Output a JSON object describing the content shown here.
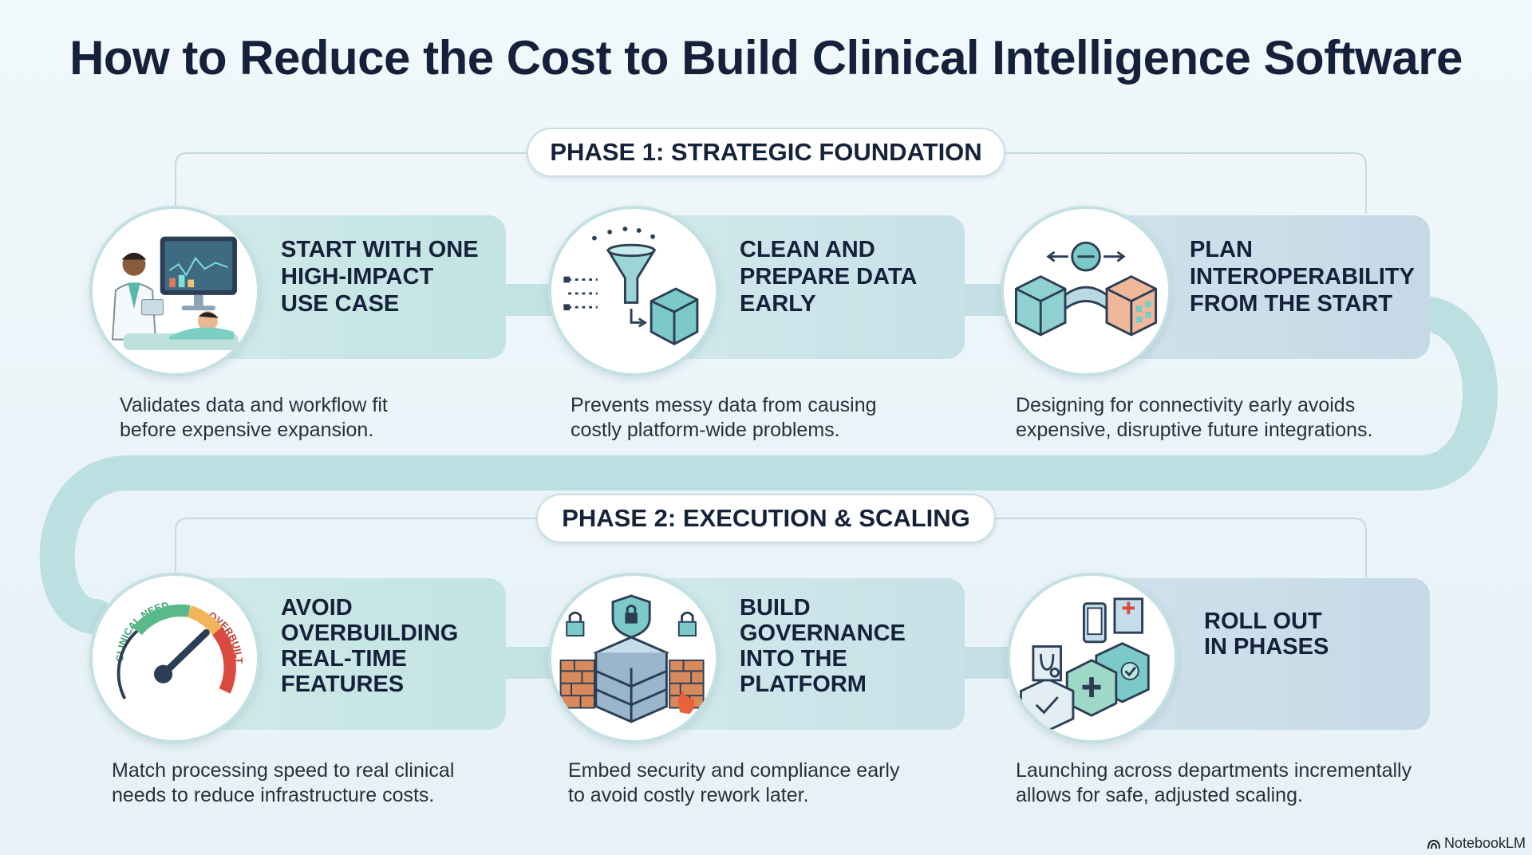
{
  "title": "How to Reduce the Cost to Build Clinical Intelligence Software",
  "phases": [
    {
      "label": "PHASE 1: STRATEGIC FOUNDATION",
      "steps": [
        {
          "title": "START WITH ONE\nHIGH-IMPACT\nUSE CASE",
          "description": "Validates data and workflow fit\nbefore expensive expansion.",
          "icon": "clinician-monitor-icon"
        },
        {
          "title": "CLEAN AND\nPREPARE DATA\nEARLY",
          "description": "Prevents messy data from causing\ncostly platform-wide problems.",
          "icon": "data-funnel-icon"
        },
        {
          "title": "PLAN\nINTEROPERABILITY\nFROM THE START",
          "description": "Designing for connectivity early avoids\nexpensive, disruptive future integrations.",
          "icon": "connected-blocks-icon"
        }
      ]
    },
    {
      "label": "PHASE 2: EXECUTION & SCALING",
      "steps": [
        {
          "title": "AVOID\nOVERBUILDING\nREAL-TIME\nFEATURES",
          "description": "Match processing speed to real clinical\nneeds to reduce infrastructure costs.",
          "icon": "speed-gauge-icon"
        },
        {
          "title": "BUILD\nGOVERNANCE\nINTO THE\nPLATFORM",
          "description": "Embed security and compliance early\nto avoid costly rework later.",
          "icon": "security-server-icon"
        },
        {
          "title": "ROLL OUT\nIN PHASES",
          "description": "Launching across departments incrementally\nallows for safe, adjusted scaling.",
          "icon": "hospital-modules-icon"
        }
      ]
    }
  ],
  "gauge_labels": {
    "left": "CLINICAL NEED",
    "right": "OVERBUILT"
  },
  "brand": "NotebookLM",
  "colors": {
    "background": "#eef6f9",
    "ribbon": "#b9dde0",
    "panel": "#c8e4e5",
    "title": "#15213a"
  }
}
